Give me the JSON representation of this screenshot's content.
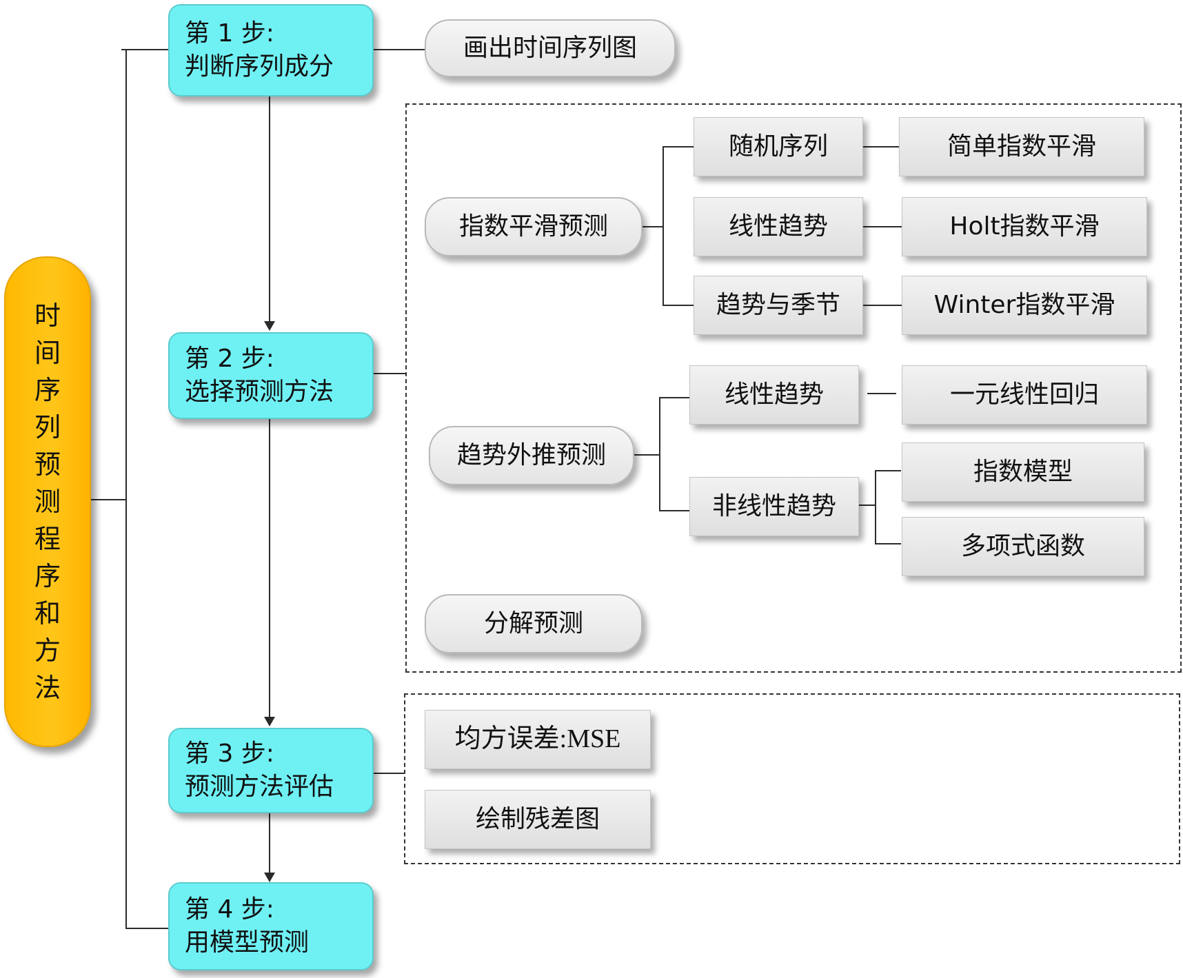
{
  "root": {
    "chars": [
      "时",
      "间",
      "序",
      "列",
      "预",
      "测",
      "程",
      "序",
      "和",
      "方",
      "法"
    ]
  },
  "steps": [
    {
      "label": "第 1 步:",
      "title": "判断序列成分"
    },
    {
      "label": "第 2 步:",
      "title": "选择预测方法"
    },
    {
      "label": "第 3 步:",
      "title": "预测方法评估"
    },
    {
      "label": "第 4 步:",
      "title": "用模型预测"
    }
  ],
  "step1": {
    "output": "画出时间序列图"
  },
  "step2": {
    "exponential": {
      "label": "指数平滑预测",
      "cases": [
        {
          "type": "随机序列",
          "method": "简单指数平滑"
        },
        {
          "type": "线性趋势",
          "method": "Holt指数平滑"
        },
        {
          "type": "趋势与季节",
          "method": "Winter指数平滑"
        }
      ]
    },
    "trend": {
      "label": "趋势外推预测",
      "linear": {
        "type": "线性趋势",
        "method": "一元线性回归"
      },
      "nonlinear": {
        "type": "非线性趋势",
        "methods": [
          "指数模型",
          "多项式函数"
        ]
      }
    },
    "decomposition": {
      "label": "分解预测"
    }
  },
  "step3": {
    "criteria": [
      "均方误差:MSE",
      "绘制残差图"
    ]
  },
  "colors": {
    "root": "#ffc000",
    "step": "#6ff1f4",
    "gray": "#e6e6e6"
  }
}
